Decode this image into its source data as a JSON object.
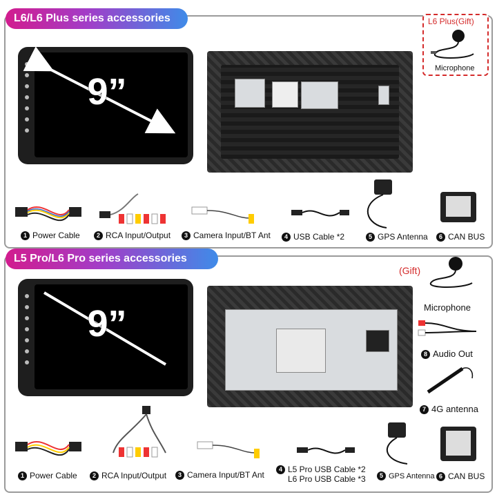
{
  "top": {
    "banner": "L6/L6 Plus series accessories",
    "screen_size": "9”",
    "gift": {
      "label": "L6 Plus(Gift)",
      "item": "Microphone"
    },
    "items": [
      {
        "num": "1",
        "label": "Power Cable"
      },
      {
        "num": "2",
        "label": "RCA Input/Output"
      },
      {
        "num": "3",
        "label": "Camera Input/BT Ant"
      },
      {
        "num": "4",
        "label": "USB Cable *2"
      },
      {
        "num": "5",
        "label": "GPS Antenna"
      },
      {
        "num": "6",
        "label": "CAN BUS"
      }
    ]
  },
  "bottom": {
    "banner": "L5 Pro/L6 Pro series accessories",
    "screen_size": "9”",
    "gift": {
      "label": "(Gift)",
      "item": "Microphone"
    },
    "side_items": [
      {
        "num": "8",
        "label": "Audio Out"
      },
      {
        "num": "7",
        "label": "4G antenna"
      }
    ],
    "items": [
      {
        "num": "1",
        "label": "Power Cable"
      },
      {
        "num": "2",
        "label": "RCA Input/Output"
      },
      {
        "num": "3",
        "label": "Camera Input/BT Ant"
      },
      {
        "num": "4",
        "label_line1": "L5 Pro USB Cable *2",
        "label_line2": "L6 Pro USB Cable *3"
      },
      {
        "num": "5",
        "label": "GPS Antenna"
      },
      {
        "num": "6",
        "label": "CAN BUS"
      }
    ]
  },
  "colors": {
    "banner_start": "#d21c8e",
    "banner_end": "#3f8be8",
    "gift_red": "#d42a2a",
    "frame": "#9a9a9a"
  }
}
